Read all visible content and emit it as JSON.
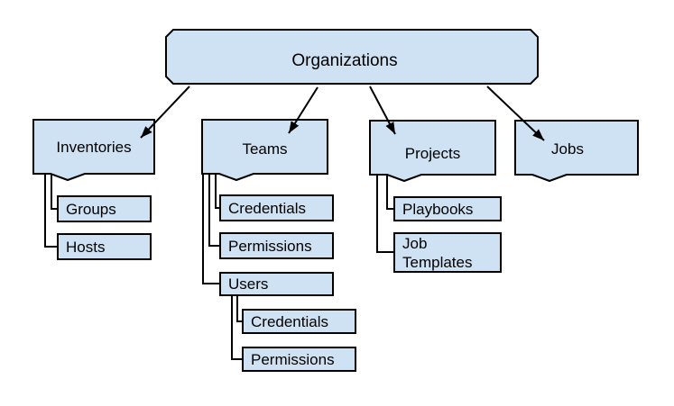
{
  "diagram": {
    "type": "hierarchy",
    "colors": {
      "node_fill": "#cfe2f3",
      "node_border": "#000000",
      "connector": "#000000",
      "text": "#000000",
      "background": "#ffffff"
    },
    "root": {
      "label": "Organizations"
    },
    "branches": [
      {
        "label": "Inventories",
        "children": [
          {
            "label": "Groups"
          },
          {
            "label": "Hosts"
          }
        ]
      },
      {
        "label": "Teams",
        "children": [
          {
            "label": "Credentials"
          },
          {
            "label": "Permissions"
          },
          {
            "label": "Users",
            "children": [
              {
                "label": "Credentials"
              },
              {
                "label": "Permissions"
              }
            ]
          }
        ]
      },
      {
        "label": "Projects",
        "children": [
          {
            "label": "Playbooks"
          },
          {
            "label": "Job Templates"
          }
        ]
      },
      {
        "label": "Jobs",
        "children": []
      }
    ]
  }
}
